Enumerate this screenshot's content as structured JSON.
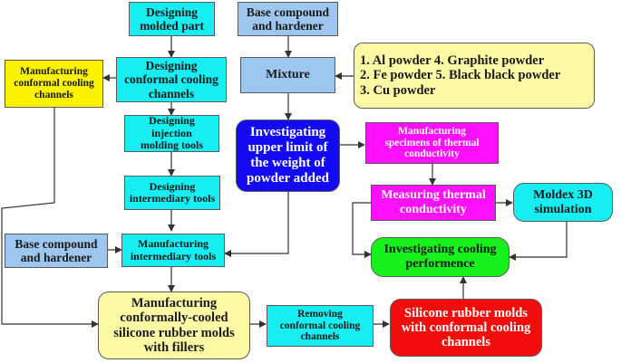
{
  "nodes": {
    "designing_molded_part": "Designing\nmolded part",
    "base_compound_top": "Base compound\nand hardener",
    "manufacturing_conformal_cooling": "Manufacturing\nconformal cooling\nchannels",
    "designing_conformal_cooling": "Designing\nconformal cooling\nchannels",
    "mixture": "Mixture",
    "powders": "1. Al powder  4. Graphite powder\n2. Fe powder  5. Black black powder\n3. Cu powder",
    "designing_injection_tools": "Designing injection\nmolding tools",
    "investigating_upper_limit": "Investigating\nupper limit of\nthe weight of\npowder added",
    "manufacturing_specimens": "Manufacturing\nspecimens of thermal\nconductivity",
    "designing_intermediary_tools": "Designing\nintermediary tools",
    "measuring_thermal": "Measuring thermal\nconductivity",
    "moldex_simulation": "Moldex 3D\nsimulation",
    "base_compound_left": "Base compound\nand hardener",
    "manufacturing_intermediary_tools": "Manufacturing\nintermediary tools",
    "investigating_cooling": "Investigating cooling\nperformence",
    "manufacturing_molds_fillers": "Manufacturing\nconformally-cooled\nsilicone rubber molds\nwith fillers",
    "removing_channels": "Removing\nconformal cooling\nchannels",
    "silicone_molds_channels": "Silicone rubber molds\nwith conformal cooling\nchannels"
  },
  "colors": {
    "cyan": "#16eef2",
    "light_blue": "#9ec7f0",
    "pale_yellow": "#fdfaa6",
    "yellow": "#fbf200",
    "magenta": "#ff10ff",
    "navy": "#1309f2",
    "green": "#17f21d",
    "red": "#f20c0c"
  }
}
